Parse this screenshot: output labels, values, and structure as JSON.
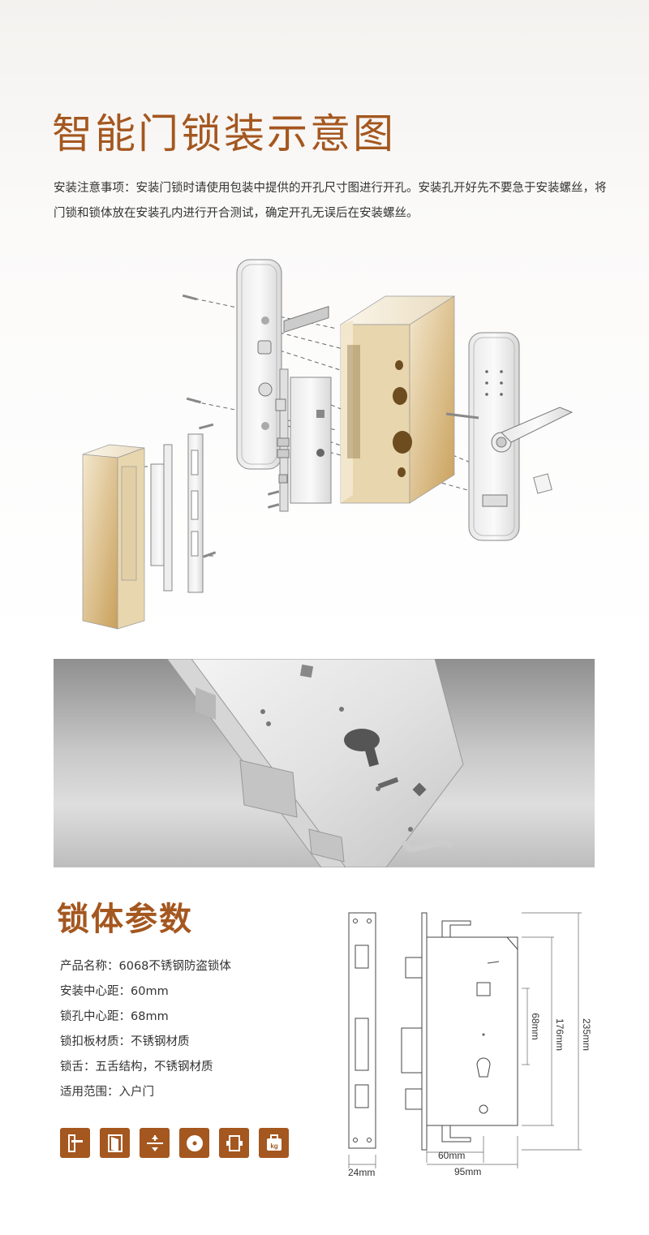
{
  "header": {
    "title": "智能门锁装示意图",
    "intro": "安装注意事项：安装门锁时请使用包装中提供的开孔尺寸图进行开孔。安装孔开好先不要急于安装螺丝，将门锁和锁体放在安装孔内进行开合测试，确定开孔无误后在安装螺丝。"
  },
  "params": {
    "title": "锁体参数",
    "items": [
      "产品名称：6068不锈钢防盗锁体",
      "安装中心距：60mm",
      "锁孔中心距：68mm",
      "锁扣板材质：不锈钢材质",
      "锁舌：五舌结构，不锈钢材质",
      "适用范围：入户门"
    ]
  },
  "feature_icons": [
    "door-handle-icon",
    "door-icon",
    "thickness-icon",
    "lock-cylinder-icon",
    "mortise-icon",
    "weight-icon"
  ],
  "feature_icon_text": {
    "weight": "kg"
  },
  "dimensions": {
    "strike_width": "24mm",
    "backset": "60mm",
    "body_width": "95mm",
    "center_distance": "68mm",
    "height_inner": "176mm",
    "height_total": "235mm"
  },
  "colors": {
    "accent": "#a4571f",
    "wood": "#d9b77a"
  }
}
